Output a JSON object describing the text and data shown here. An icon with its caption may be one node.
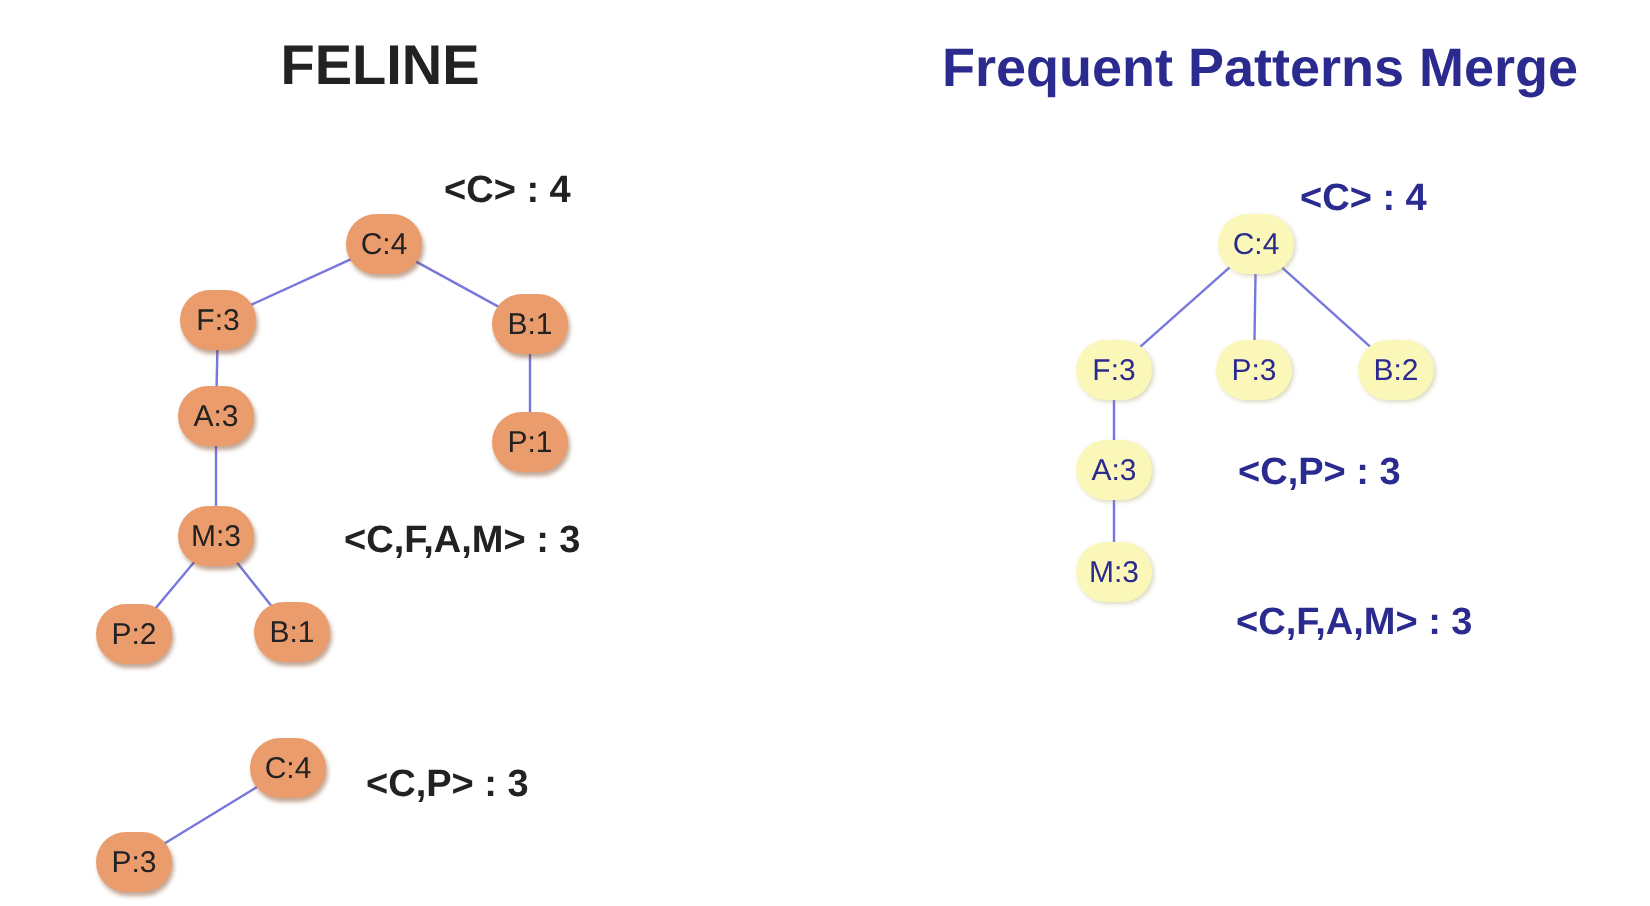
{
  "diagram": {
    "nodes": [
      {
        "text": [
          "C:4"
        ]
      },
      {
        "text": [
          "F:3"
        ]
      },
      {
        "text": [
          "B:1"
        ]
      },
      {
        "text": [
          "A:3"
        ]
      },
      {
        "text": [
          "P:1"
        ]
      },
      {
        "text": [
          "M:3"
        ]
      },
      {
        "text": [
          "P:2"
        ]
      },
      {
        "text": [
          "B:1"
        ]
      },
      {
        "text": [
          "C:4"
        ]
      },
      {
        "text": [
          "P:3"
        ]
      },
      {
        "text": [
          "C:4"
        ]
      },
      {
        "text": [
          "F:3"
        ]
      },
      {
        "text": [
          "P:3"
        ]
      },
      {
        "text": [
          "B:2"
        ]
      },
      {
        "text": [
          "A:3"
        ]
      },
      {
        "text": [
          "M:3"
        ]
      }
    ],
    "edges": [
      {
        "from": 0,
        "to": 1,
        "arrow": "none"
      },
      {
        "from": 0,
        "to": 2,
        "arrow": "none"
      },
      {
        "from": 1,
        "to": 3,
        "arrow": "none"
      },
      {
        "from": 2,
        "to": 4,
        "arrow": "none"
      },
      {
        "from": 3,
        "to": 5,
        "arrow": "none"
      },
      {
        "from": 5,
        "to": 6,
        "arrow": "none"
      },
      {
        "from": 5,
        "to": 7,
        "arrow": "none"
      },
      {
        "from": 8,
        "to": 9,
        "arrow": "none"
      },
      {
        "from": 10,
        "to": 11,
        "arrow": "none"
      },
      {
        "from": 10,
        "to": 12,
        "arrow": "none"
      },
      {
        "from": 10,
        "to": 13,
        "arrow": "none"
      },
      {
        "from": 11,
        "to": 14,
        "arrow": "none"
      },
      {
        "from": 14,
        "to": 15,
        "arrow": "none"
      }
    ],
    "labels": [
      "FELINE",
      "Frequent Patterns Merge",
      "<C> : 4",
      "<C> : 4",
      "<C,P> : 3",
      "<C,F,A,M> : 3",
      "<C,F,A,M> : 3",
      "<C,P> : 3"
    ]
  }
}
